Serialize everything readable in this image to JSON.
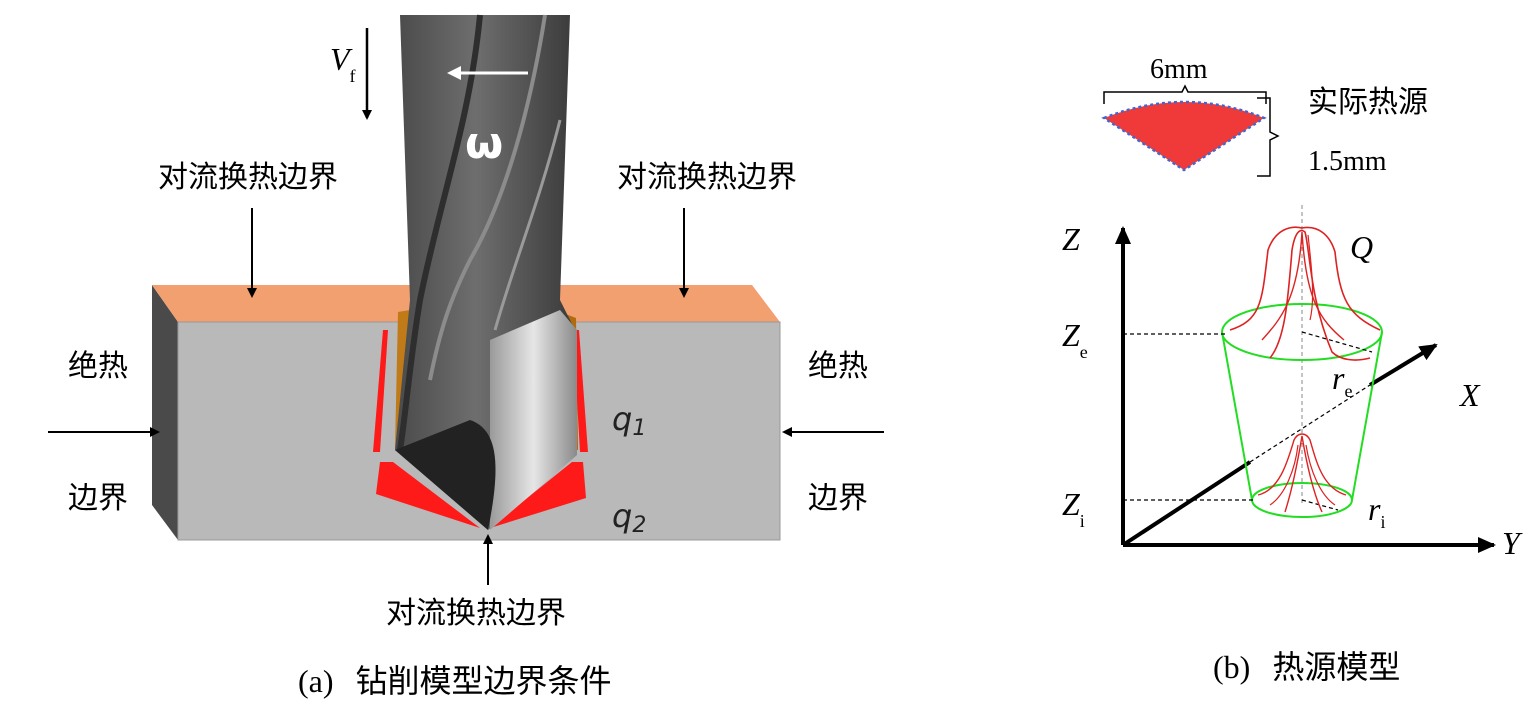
{
  "panel_a": {
    "feed_symbol": "V",
    "feed_subscript": "f",
    "omega_symbol": "ω",
    "top_left_label": "对流换热边界",
    "top_right_label": "对流换热边界",
    "bottom_label": "对流换热边界",
    "left_label_line1": "绝热",
    "left_label_line2": "边界",
    "right_label_line1": "绝热",
    "right_label_line2": "边界",
    "q1_symbol": "q",
    "q1_subscript": "1",
    "q2_symbol": "q",
    "q2_subscript": "2",
    "caption_prefix": "(a)",
    "caption_text": "钻削模型边界条件"
  },
  "panel_b": {
    "width_label": "6mm",
    "height_label": "1.5mm",
    "source_label": "实际热源",
    "q_symbol": "Q",
    "z_axis": "Z",
    "x_axis": "X",
    "y_axis": "Y",
    "ze_symbol": "Z",
    "ze_subscript": "e",
    "zi_symbol": "Z",
    "zi_subscript": "i",
    "re_symbol": "r",
    "re_subscript": "e",
    "ri_symbol": "r",
    "ri_subscript": "i",
    "caption_prefix": "(b)",
    "caption_text": "热源模型"
  },
  "colors": {
    "orange_top": "#f2a070",
    "block_face": "#b9b9b9",
    "block_side": "#555555",
    "heat_red": "#ff1a1a",
    "green_cone": "#22dd22",
    "red_curve": "#dd2222"
  }
}
